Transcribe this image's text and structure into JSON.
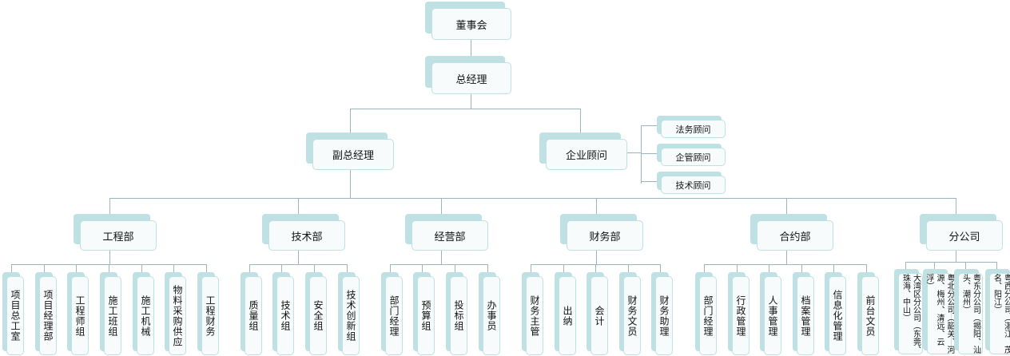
{
  "chart": {
    "board": "董事会",
    "gm": "总经理",
    "vice_gm": "副总经理",
    "consultant": "企业顾问",
    "consultants": [
      "法务顾问",
      "企管顾问",
      "技术顾问"
    ],
    "departments": [
      {
        "name": "工程部",
        "children": [
          "项目总工室",
          "项目经理部",
          "工程师组",
          "施工班组",
          "施工机械",
          "物料采购供应",
          "工程财务"
        ]
      },
      {
        "name": "技术部",
        "children": [
          "质量组",
          "技术组",
          "安全组",
          "技术创新组"
        ]
      },
      {
        "name": "经营部",
        "children": [
          "部门经理",
          "预算组",
          "投标组",
          "办事员"
        ]
      },
      {
        "name": "财务部",
        "children": [
          "财务主管",
          "出纳",
          "会计",
          "财务文员",
          "财务助理"
        ]
      },
      {
        "name": "合约部",
        "children": [
          "部门经理",
          "行政管理",
          "人事管理",
          "档案管理",
          "信息化管理",
          "前台文员"
        ]
      },
      {
        "name": "分公司",
        "children": [
          "大湾区分公司（东莞、珠海、中山）",
          "粤北分公司（韶关、河源、梅州、清远、云浮）",
          "粤东分公司（揭阳、汕头、潮州）",
          "粤西分公司（湛江、茂名、阳江）"
        ]
      }
    ]
  }
}
